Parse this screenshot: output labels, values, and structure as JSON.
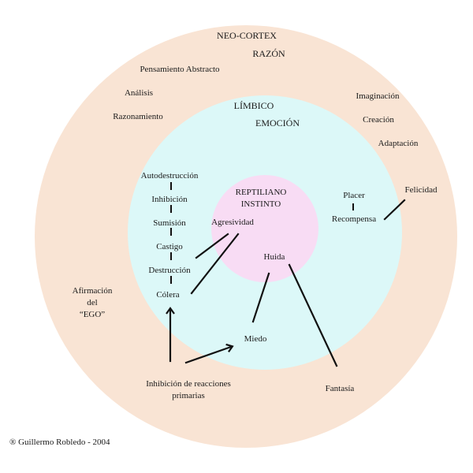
{
  "colors": {
    "outer_ring": "#f9e4d4",
    "middle_ring": "#dcf8f8",
    "inner_circle": "#f8dcf4",
    "line": "#111111",
    "text": "#1a1a1a"
  },
  "neocortex": {
    "title": "NEO-CORTEX",
    "subtitle": "RAZÓN",
    "items": {
      "pensamiento": "Pensamiento Abstracto",
      "analisis": "Análisis",
      "razonamiento": "Razonamiento",
      "imaginacion": "Imaginación",
      "creacion": "Creación",
      "adaptacion": "Adaptación",
      "felicidad": "Felicidad",
      "afirmacion_1": "Afirmación",
      "afirmacion_2": "del",
      "afirmacion_3": "“EGO”",
      "inhibicion_1": "Inhibición de reacciones",
      "inhibicion_2": "primarias",
      "fantasia": "Fantasía"
    }
  },
  "limbico": {
    "title": "LÍMBICO",
    "subtitle": "EMOCIÓN",
    "chain": [
      "Autodestrucción",
      "Inhibición",
      "Sumisión",
      "Castigo",
      "Destrucción",
      "Cólera"
    ],
    "placer": "Placer",
    "recompensa": "Recompensa",
    "miedo": "Miedo"
  },
  "reptiliano": {
    "title": "REPTILIANO",
    "subtitle": "INSTINTO",
    "agresividad": "Agresividad",
    "huida": "Huida"
  },
  "copyright": "® Guillermo Robledo - 2004"
}
